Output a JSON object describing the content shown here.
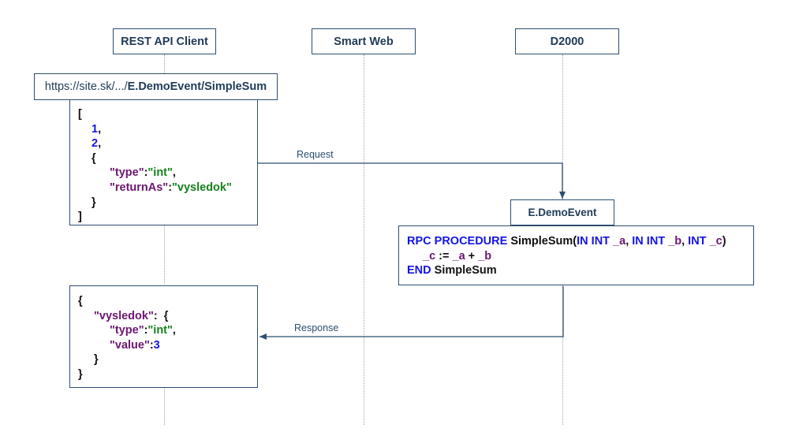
{
  "participants": {
    "rest_client": "REST API Client",
    "smart_web": "Smart Web",
    "d2000": "D2000"
  },
  "url": {
    "prefix": "https://site.sk/.../",
    "suffix": "E.DemoEvent/SimpleSum"
  },
  "request_body": {
    "open": "[",
    "v1": "1",
    "v2": "2",
    "obj_open": "{",
    "type_key": "\"type\"",
    "type_val": "\"int\"",
    "ret_key": "\"returnAs\"",
    "ret_val": "\"vysledok\"",
    "obj_close": "}",
    "close": "]"
  },
  "messages": {
    "request": "Request",
    "response": "Response"
  },
  "event": {
    "name": "E.DemoEvent",
    "kw_rpc": "RPC PROCEDURE",
    "proc_name": "SimpleSum",
    "p_open": "(",
    "kw_in1": "IN INT",
    "arg_a": "_a",
    "kw_in2": "IN INT",
    "arg_b": "_b",
    "kw_int": "INT",
    "arg_c": "_c",
    "p_close": ")",
    "assign_c": "_c",
    "assign_op": ":=",
    "assign_a": "_a",
    "plus": "+",
    "assign_b": "_b",
    "kw_end": "END",
    "end_name": "SimpleSum"
  },
  "response_body": {
    "open": "{",
    "key": "\"vysledok\"",
    "inner_open": "{",
    "type_key": "\"type\"",
    "type_val": "\"int\"",
    "value_key": "\"value\"",
    "value_val": "3",
    "inner_close": "}",
    "close": "}"
  },
  "colors": {
    "border": "#2c4e70",
    "key": "#6b1670",
    "string": "#15811a",
    "number": "#1414e6",
    "keyword": "#1414e6"
  }
}
